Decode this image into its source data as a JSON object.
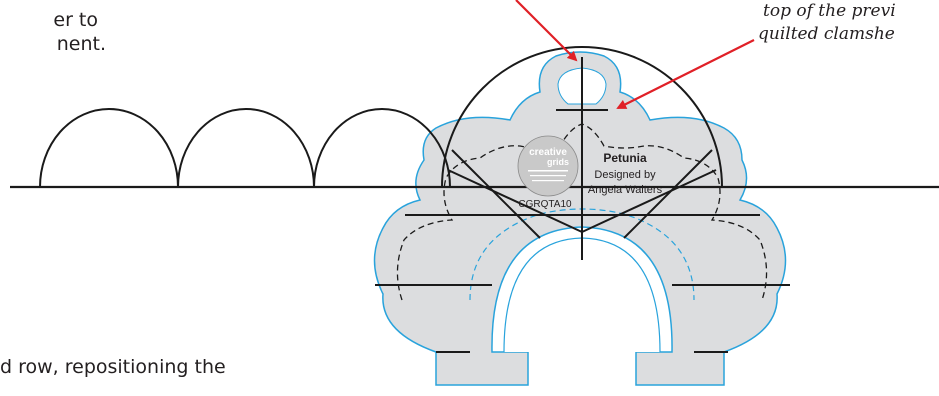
{
  "instructions": {
    "line_1": "er to",
    "line_2": "nent.",
    "line_3": "d row, repositioning the"
  },
  "callout": {
    "line_1": "top of the previ",
    "line_2": "quilted clamshe"
  },
  "template": {
    "brand_top": "creative",
    "brand_bottom": "grids",
    "name": "Petunia",
    "designed_by": "Designed by",
    "designer": "Angela Walters",
    "code": "CGRQTA10"
  },
  "colors": {
    "ruler_fill": "#dcdddf",
    "ruler_edge": "#29a3dc",
    "stitch_line": "#1a1a1a",
    "arrow": "#e02027",
    "logo_circle": "#c9c9c9"
  }
}
